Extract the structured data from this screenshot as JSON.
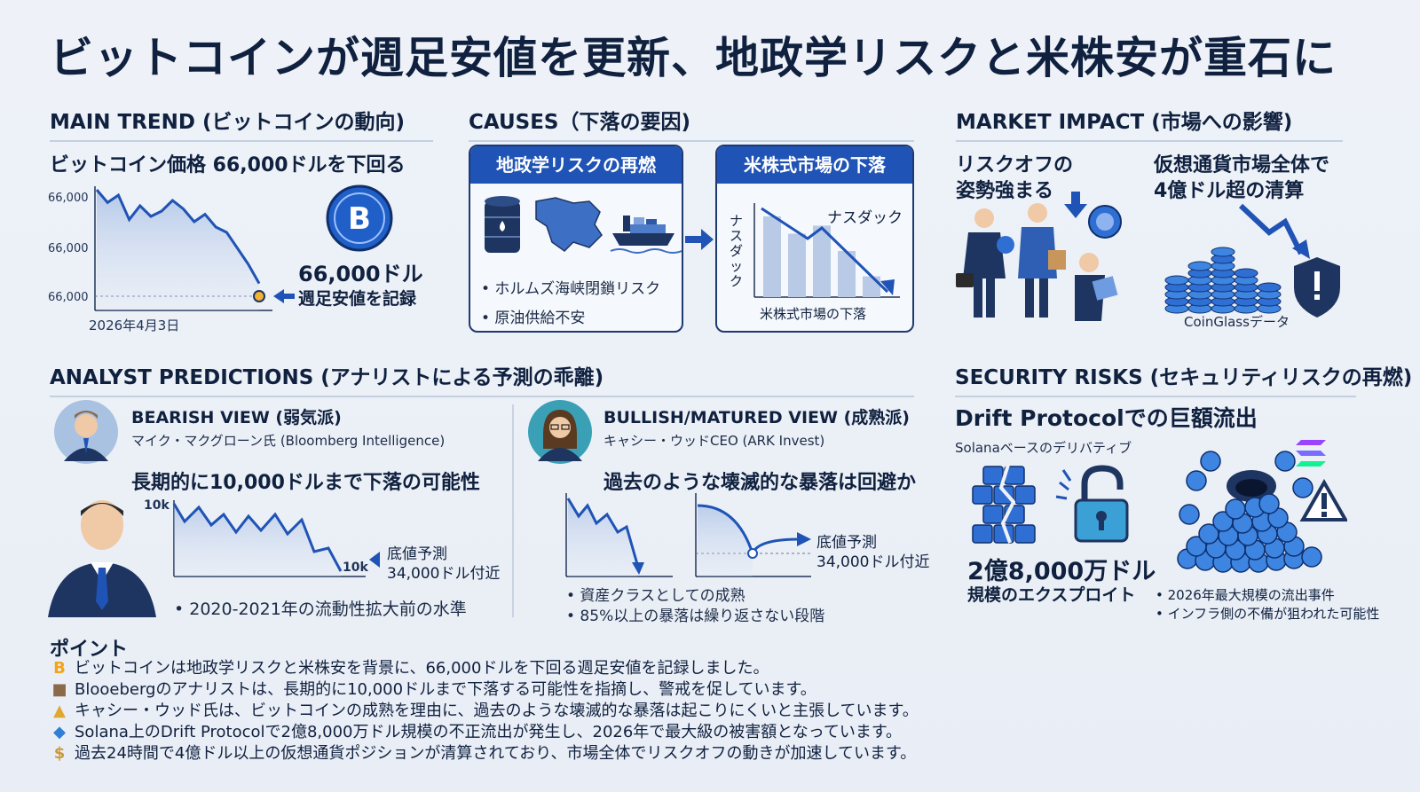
{
  "title": "ビットコインが週足安値を更新、地政学リスクと米株安が重石に",
  "main_trend": {
    "heading": "MAIN TREND (ビットコインの動向)",
    "subheading": "ビットコイン価格 66,000ドルを下回る",
    "y_ticks": [
      "66,000",
      "66,000",
      "66,000"
    ],
    "date": "2026年4月3日",
    "price_label": "66,000ドル",
    "price_note": "週足安値を記録",
    "coin_symbol": "B",
    "series": [
      100,
      88,
      95,
      72,
      85,
      75,
      80,
      90,
      82,
      70,
      77,
      65,
      60,
      45,
      30,
      12
    ]
  },
  "causes": {
    "heading": "CAUSES（下落の要因)",
    "box1_title": "地政学リスクの再燃",
    "box1_bullets": [
      "• ホルムズ海峡閉鎖リスク",
      "• 原油供給不安"
    ],
    "box2_title": "米株式市場の下落",
    "box2_side_label": "ナスダック",
    "box2_line_label": "ナスダック",
    "box2_caption": "米株式市場の下落",
    "bars": [
      70,
      55,
      62,
      40,
      18
    ]
  },
  "market_impact": {
    "heading": "MARKET IMPACT (市場への影響)",
    "risk_off_line1": "リスクオフの",
    "risk_off_line2": "姿勢強まる",
    "liq_line1": "仮想通貨市場全体で",
    "liq_line2": "4億ドル超の清算",
    "source": "CoinGlassデータ"
  },
  "analyst": {
    "heading": "ANALYST PREDICTIONS (アナリストによる予測の乖離)",
    "bear": {
      "title": "BEARISH VIEW (弱気派)",
      "person": "マイク・マクグローン氏 (Bloomberg Intelligence)",
      "claim": "長期的に10,000ドルまで下落の可能性",
      "top_label": "10k",
      "bottom_label": "10k",
      "target_line1": "底値予測",
      "target_line2": "34,000ドル付近",
      "bullet": "• 2020-2021年の流動性拡大前の水準"
    },
    "bull": {
      "title": "BULLISH/MATURED VIEW (成熟派)",
      "person": "キャシー・ウッドCEO (ARK Invest)",
      "claim": "過去のような壊滅的な暴落は回避か",
      "target_line1": "底値予測",
      "target_line2": "34,000ドル付近",
      "bullet1": "• 資産クラスとしての成熟",
      "bullet2": "• 85%以上の暴落は繰り返さない段階"
    }
  },
  "security": {
    "heading": "SECURITY RISKS (セキュリティリスクの再燃)",
    "subheading": "Drift Protocolでの巨額流出",
    "sub_caption": "Solanaベースのデリバティブ",
    "amount": "2億8,000万ドル",
    "amount_note": "規模のエクスプロイト",
    "bullet1": "• 2026年最大規模の流出事件",
    "bullet2": "• インフラ側の不備が狙われた可能性"
  },
  "points": {
    "heading": "ポイント",
    "items": [
      {
        "icon": "B",
        "color": "#f2a51a",
        "text": "ビットコインは地政学リスクと米株安を背景に、66,000ドルを下回る週足安値を記録しました。"
      },
      {
        "icon": "■",
        "color": "#8a6a48",
        "text": "Blooebergのアナリストは、長期的に10,000ドルまで下落する可能性を指摘し、警戒を促しています。"
      },
      {
        "icon": "▲",
        "color": "#e0a830",
        "text": "キャシー・ウッド氏は、ビットコインの成熟を理由に、過去のような壊滅的な暴落は起こりにくいと主張しています。"
      },
      {
        "icon": "◆",
        "color": "#2f7fd6",
        "text": "Solana上のDrift Protocolで2億8,000万ドル規模の不正流出が発生し、2026年で最大級の被害額となっています。"
      },
      {
        "icon": "$",
        "color": "#c99a3a",
        "text": "過去24時間で4億ドル以上の仮想通貨ポジションが清算されており、市場全体でリスクオフの動きが加速しています。"
      }
    ]
  }
}
